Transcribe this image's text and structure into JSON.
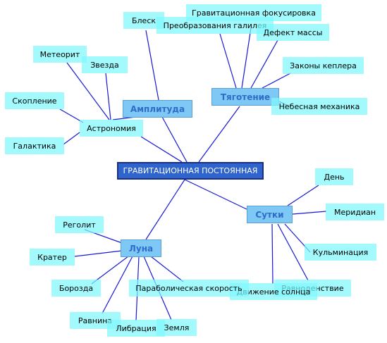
{
  "colors": {
    "line": "#1818d8",
    "leaf_fill": "#80f8fc",
    "topic_fill": "#7ec8f6",
    "topic_text": "#2f6cc7",
    "center_fill": "#2f64cc"
  },
  "center": {
    "label": "ГРАВИТАЦИОННАЯ ПОСТОЯННАЯ"
  },
  "topics": {
    "amplituda": {
      "label": "Амплитуда",
      "children": {
        "blesk": "Блеск"
      }
    },
    "astronomiya": {
      "label": "Астрономия",
      "children": {
        "meteorit": "Метеорит",
        "zvezda": "Звезда",
        "skoplenie": "Скопление",
        "galaktika": "Галактика"
      }
    },
    "tyagotenie": {
      "label": "Тяготение",
      "children": {
        "fokusirovka": "Гравитационная фокусировка",
        "galilei": "Преобразования галилея",
        "defekt": "Дефект массы",
        "kepler": "Законы кеплера",
        "mehanika": "Небесная механика"
      }
    },
    "sutki": {
      "label": "Сутки",
      "children": {
        "den": "День",
        "meridian": "Меридиан",
        "kulminaciya": "Кульминация",
        "ravnodenstvie": "Равноденствие",
        "dvizhenie": "Движение солнца"
      }
    },
    "luna": {
      "label": "Луна",
      "children": {
        "regolit": "Реголит",
        "krater": "Кратер",
        "borozda": "Борозда",
        "ravnina": "Равнина",
        "libraciya": "Либрация",
        "zemlya": "Земля",
        "parabolicheskaya": "Параболическая скорость"
      }
    }
  }
}
